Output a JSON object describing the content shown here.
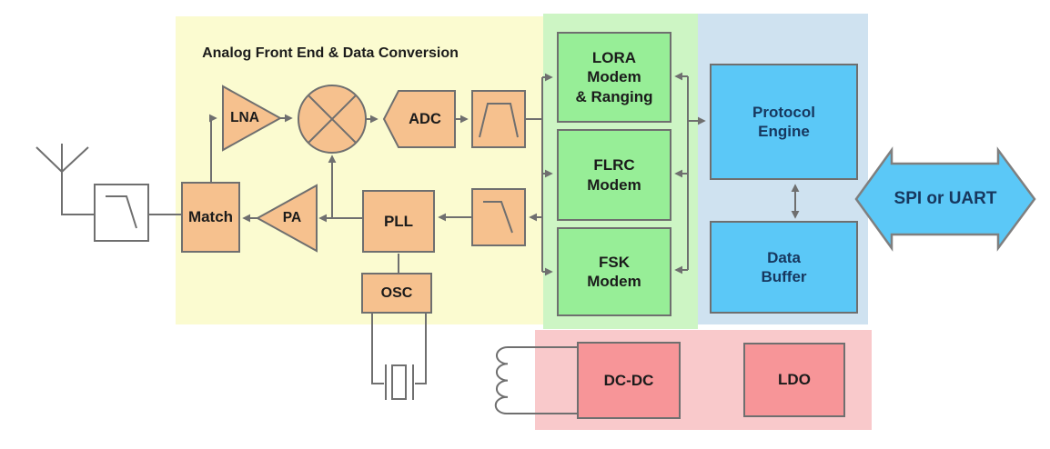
{
  "diagram_title": "Analog Front End & Data Conversion",
  "regions": {
    "analog_front_end": {
      "label": "Analog Front End & Data Conversion",
      "bg": "#FBFBD0"
    },
    "modem_region": {
      "bg": "#CDF5C4"
    },
    "digital_region": {
      "bg": "#CFE2F0"
    },
    "power_region": {
      "bg": "#F9C9CB"
    }
  },
  "analog_blocks": {
    "lna": "LNA",
    "adc": "ADC",
    "match": "Match",
    "pa": "PA",
    "pll": "PLL",
    "osc": "OSC"
  },
  "modem_blocks": {
    "lora": [
      "LORA",
      "Modem",
      "& Ranging"
    ],
    "flrc": [
      "FLRC",
      "Modem"
    ],
    "fsk": [
      "FSK",
      "Modem"
    ]
  },
  "digital_blocks": {
    "protocol_engine": [
      "Protocol",
      "Engine"
    ],
    "data_buffer": [
      "Data",
      "Buffer"
    ]
  },
  "power_blocks": {
    "dcdc": "DC-DC",
    "ldo": "LDO"
  },
  "interface": {
    "bus_label": "SPI or UART"
  },
  "symbols": [
    "antenna-icon",
    "lowpass-filter-icon",
    "mixer-icon",
    "bandpass-filter-icon",
    "crystal-icon",
    "inductor-coil-icon",
    "bidirectional-arrow-icon"
  ],
  "colors": {
    "block_orange": "#F6C18E",
    "block_green": "#97EE97",
    "block_blue": "#5BC8F7",
    "block_red": "#F79598",
    "wire_gray": "#6F6F6F",
    "text_dark": "#1B1B1B",
    "text_navy": "#17375E"
  }
}
